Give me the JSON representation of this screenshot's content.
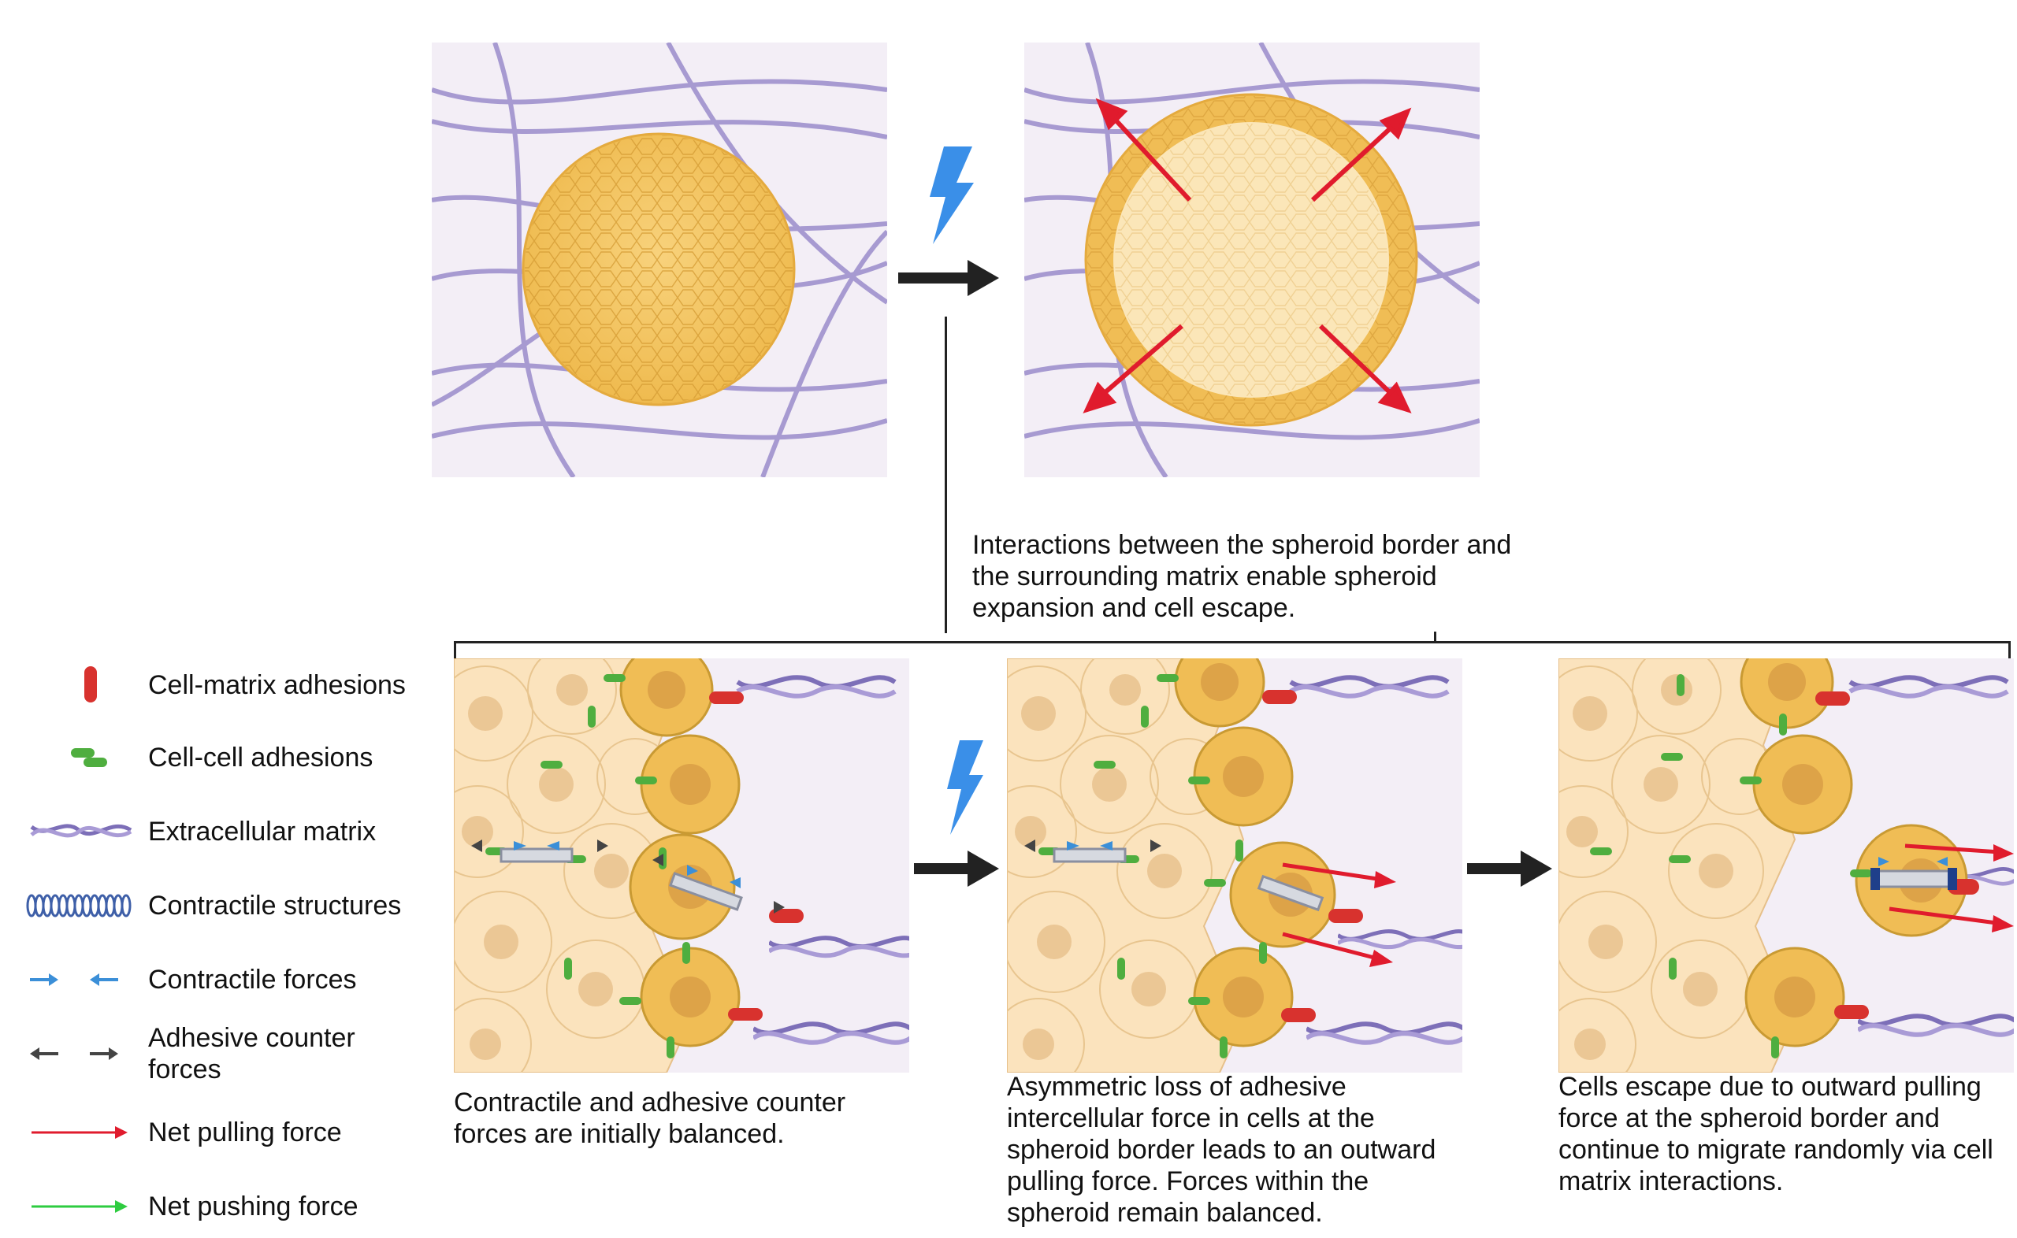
{
  "top_caption": "Interactions between the spheroid border and the surrounding matrix enable spheroid expansion and cell escape.",
  "panel_captions": [
    "Contractile and adhesive counter forces are initially balanced.",
    "Asymmetric loss of adhesive intercellular force in cells at the spheroid border leads to an outward pulling force. Forces within the spheroid remain balanced.",
    "Cells escape due to outward pulling force at the spheroid border and continue to migrate randomly via cell matrix interactions."
  ],
  "legend": [
    {
      "label": "Cell-matrix adhesions",
      "icon": "red-capsule-icon"
    },
    {
      "label": "Cell-cell adhesions",
      "icon": "green-capsules-icon"
    },
    {
      "label": "Extracellular matrix",
      "icon": "braided-fiber-icon"
    },
    {
      "label": "Contractile structures",
      "icon": "coil-spring-icon"
    },
    {
      "label": "Contractile forces",
      "icon": "blue-arrows-icon"
    },
    {
      "label": "Adhesive counter forces",
      "icon": "black-arrows-icon"
    },
    {
      "label": "Net pulling force",
      "icon": "red-arrow-icon"
    },
    {
      "label": "Net pushing force",
      "icon": "green-arrow-icon"
    }
  ],
  "colors": {
    "spheroid": "#f2c25e",
    "spheroid_inner": "#fbe6b8",
    "matrix_bg": "#f3eef6",
    "fiber": "#8f82c0",
    "cell_matrix_adhesion": "#d8322e",
    "cell_cell_adhesion": "#4fae3f",
    "contractile_force": "#3b8fd8",
    "counter_force": "#444444",
    "pulling_force": "#e01b2d",
    "pushing_force": "#2ecc40",
    "stimulus": "#3a8fe8"
  }
}
